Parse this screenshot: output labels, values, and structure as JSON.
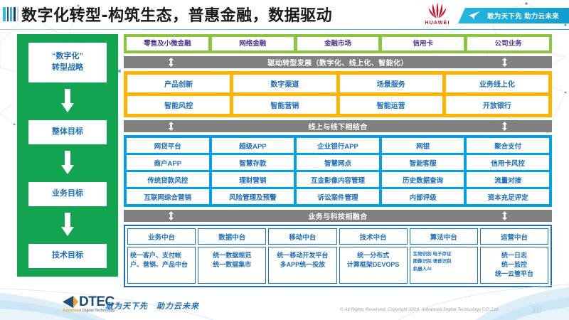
{
  "header": {
    "title": "数字化转型-构筑生态，普惠金融，数据驱动",
    "huawei_wordmark": "HUAWEI",
    "ribbon_text": "敢为天下先 助力云未来"
  },
  "strategy_column": {
    "items": [
      {
        "label": "“数字化”\n转型战略"
      },
      {
        "label": "整体目标"
      },
      {
        "label": "业务目标"
      },
      {
        "label": "技术目标"
      }
    ],
    "line1": "“数字化”",
    "line2": "转型战略",
    "overall_goal": "整体目标",
    "business_goal": "业务目标",
    "tech_goal": "技术目标",
    "color": "#13a452"
  },
  "business_lines": {
    "color": "#8cc63e",
    "cells": [
      "零售及小微金融",
      "网络金融",
      "金融市场",
      "信用卡",
      "公司业务"
    ]
  },
  "connector_1": {
    "text": "驱动转型发展（数字化、线上化、智能化）",
    "color": "#808080"
  },
  "transformation": {
    "color": "#ffb400",
    "rows": [
      [
        "产品创新",
        "数字渠道",
        "场景服务",
        "业务线上化"
      ],
      [
        "智能风控",
        "智能营销",
        "智能运营",
        "开放银行"
      ]
    ]
  },
  "connector_2": {
    "text": "线上与线下相结合",
    "color": "#808080"
  },
  "channels": {
    "color": "#00a0e3",
    "rows": [
      [
        "网贷平台",
        "超级APP",
        "企业银行APP",
        "网银",
        "聚合支付"
      ],
      [
        "商户APP",
        "智慧存款",
        "智慧网点",
        "智能客服",
        "信用卡风控"
      ],
      [
        "传统贷款风控",
        "理财营销",
        "互金影像内容管理",
        "历史数据查询",
        "流量对接"
      ],
      [
        "互联网综合营销",
        "风险管理及预警",
        "诉讼案件管理",
        "内部评级",
        "资本充足评定"
      ]
    ]
  },
  "connector_3": {
    "text": "业务与科技相融合",
    "color": "#808080"
  },
  "platforms": {
    "border_color": "#1f6fb5",
    "columns": [
      {
        "head": "业务中台",
        "body": "统一客户、支付帐户、营销、产品中台",
        "style": "left"
      },
      {
        "head": "数据中台",
        "body": "统一数据规范\n统一数据集市",
        "style": "center"
      },
      {
        "head": "移动中台",
        "body": "统一移动开发平台\n多APP统一投放",
        "style": "center"
      },
      {
        "head": "技术中台",
        "body": "统一分布式\n计算框架DEVOPS",
        "style": "center"
      },
      {
        "head": "算法中台",
        "body": "生物识别 电子存证\n图像识别 语音识别\n机器人AI",
        "style": "tiny"
      },
      {
        "head": "运营中台",
        "body": "统一日志\n统一监控\n统一云管平台",
        "style": "center"
      }
    ]
  },
  "footer": {
    "logo_text": "DTEC",
    "logo_tagline_bold": "Advanced",
    "logo_tagline_rest": " Digital Technology",
    "slogan": "敢为天下先　助力云未来",
    "copyright": "© All Rights Reserved. Copyright 2019. Advanced Digital Technology CO.,Ltd",
    "page_number": "10"
  }
}
